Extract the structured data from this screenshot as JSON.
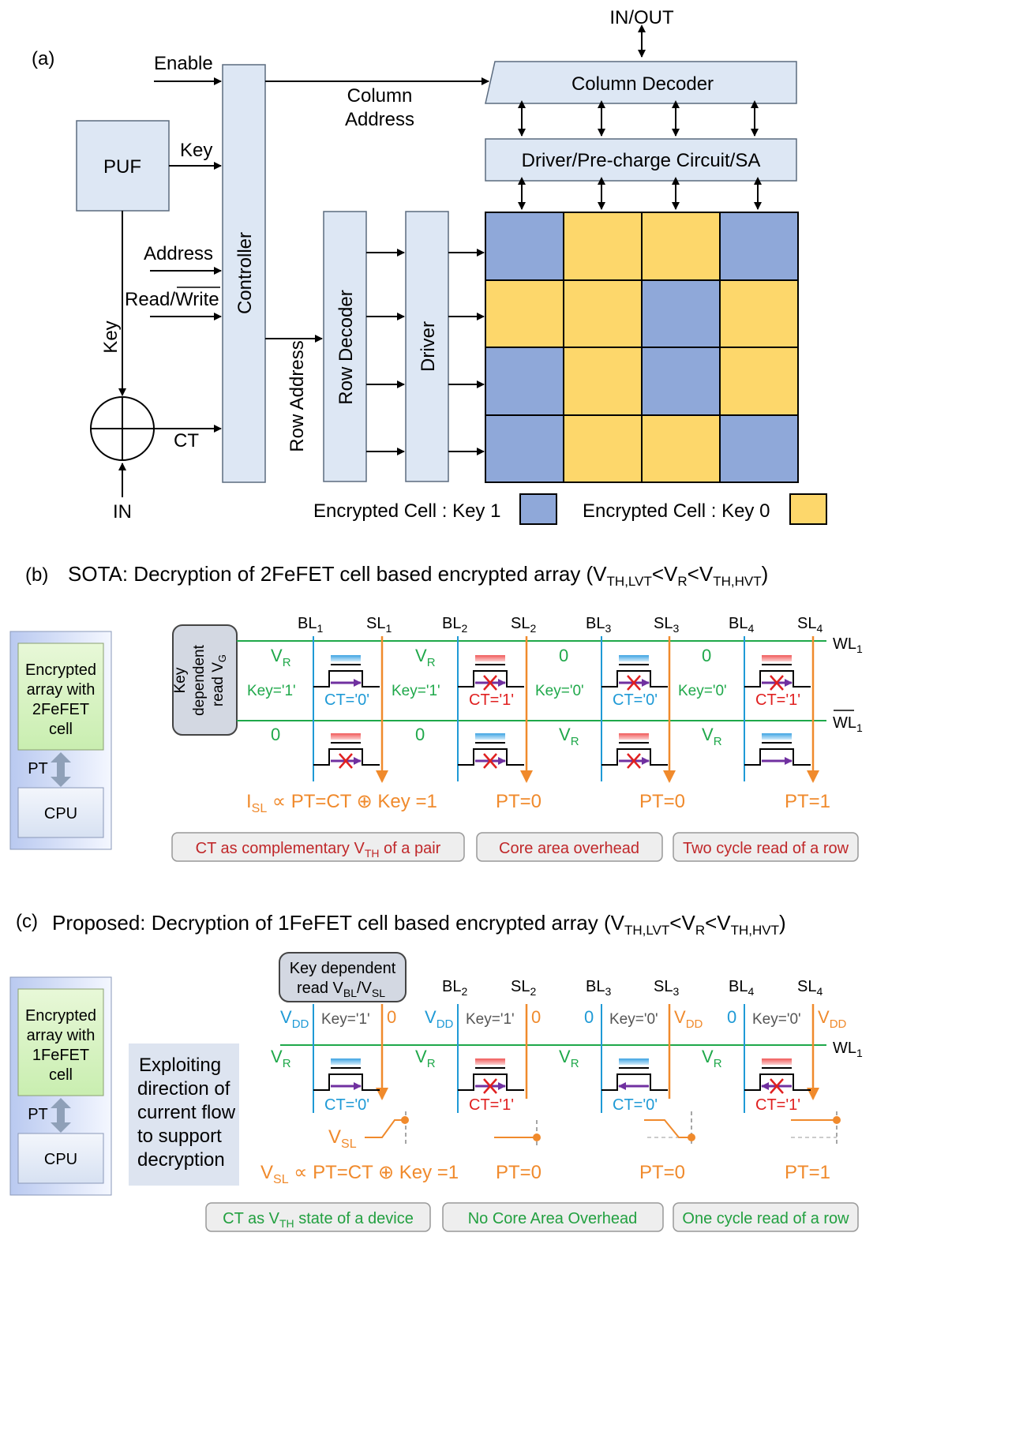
{
  "colors": {
    "block_fill": "#dde7f4",
    "block_stroke": "#5b6b7f",
    "key1_cell": "#8fa8d9",
    "key0_cell": "#fdd76b",
    "green": "#1fa84a",
    "blue": "#1f9ad6",
    "orange": "#f08a2c",
    "red": "#e02020",
    "purple": "#7030a0",
    "dark_red_text": "#c0282a",
    "green_text": "#22a040"
  },
  "panel_a": {
    "label": "(a)",
    "in_out": "IN/OUT",
    "enable": "Enable",
    "puf": "PUF",
    "key": "Key",
    "key_vertical": "Key",
    "address": "Address",
    "read_write_prefix": "Read/",
    "read_write_bar": "Write",
    "controller": "Controller",
    "column_address_1": "Column",
    "column_address_2": "Address",
    "column_decoder": "Column Decoder",
    "driver_precharge": "Driver/Pre-charge Circuit/SA",
    "row_address": "Row Address",
    "row_decoder": "Row Decoder",
    "driver": "Driver",
    "ct": "CT",
    "in": "IN",
    "grid": [
      [
        1,
        0,
        0,
        1
      ],
      [
        0,
        0,
        1,
        0
      ],
      [
        1,
        0,
        1,
        0
      ],
      [
        1,
        0,
        0,
        1
      ]
    ],
    "legend_key1": "Encrypted Cell : Key 1",
    "legend_key0": "Encrypted Cell : Key 0"
  },
  "panel_b": {
    "label": "(b)",
    "title": "SOTA: Decryption of 2FeFET cell based encrypted array (V",
    "title_sub1": "TH,LVT",
    "title_mid1": "<V",
    "title_sub2": "R",
    "title_mid2": "<V",
    "title_sub3": "TH,HVT",
    "title_end": ")",
    "side_box": [
      "Encrypted",
      "array with",
      "2FeFET",
      "cell"
    ],
    "pt": "PT",
    "cpu": "CPU",
    "key_box": [
      "Key",
      "dependent",
      "read V"
    ],
    "key_box_sub": "G",
    "wl1": "WL",
    "wl1_sub": "1",
    "wl1bar": "WL",
    "columns": [
      {
        "bl": "BL",
        "bl_sub": "1",
        "sl": "SL",
        "sl_sub": "1",
        "top": "V",
        "top_sub": "R",
        "bot": "0",
        "key": "Key='1'",
        "ct": "CT='0'"
      },
      {
        "bl": "BL",
        "bl_sub": "2",
        "sl": "SL",
        "sl_sub": "2",
        "top": "V",
        "top_sub": "R",
        "bot": "0",
        "key": "Key='1'",
        "ct": "CT='1'"
      },
      {
        "bl": "BL",
        "bl_sub": "3",
        "sl": "SL",
        "sl_sub": "3",
        "top": "0",
        "top_sub": "",
        "bot": "V",
        "bot_sub": "R",
        "key": "Key='0'",
        "ct": "CT='0'"
      },
      {
        "bl": "BL",
        "bl_sub": "4",
        "sl": "SL",
        "sl_sub": "4",
        "top": "0",
        "top_sub": "",
        "bot": "V",
        "bot_sub": "R",
        "key": "Key='0'",
        "ct": "CT='1'"
      }
    ],
    "isl": "I",
    "isl_sub": "SL",
    "isl_eq": " ∝ PT=CT ⊕ Key =1",
    "pt_results": [
      "PT=0",
      "PT=0",
      "PT=1"
    ],
    "tags": [
      "CT as complementary V",
      "Core area overhead",
      "Two cycle read of a row"
    ],
    "tag1_sub": "TH",
    "tag1_end": " of a pair"
  },
  "panel_c": {
    "label": "(c)",
    "title": "Proposed: Decryption of 1FeFET cell based encrypted array (V",
    "title_sub1": "TH,LVT",
    "title_mid1": "<V",
    "title_sub2": "R",
    "title_mid2": "<V",
    "title_sub3": "TH,HVT",
    "title_end": ")",
    "side_box": [
      "Encrypted",
      "array with",
      "1FeFET",
      "cell"
    ],
    "pt": "PT",
    "cpu": "CPU",
    "exploit": [
      "Exploiting",
      "direction of",
      "current flow",
      "to support",
      "decryption"
    ],
    "key_box_1": "Key dependent",
    "key_box_2": "read V",
    "key_box_sub1": "BL",
    "key_box_mid": "/V",
    "key_box_sub2": "SL",
    "wl1": "WL",
    "wl1_sub": "1",
    "columns": [
      {
        "bl": "BL",
        "bl_sub": "1",
        "sl": "SL",
        "sl_sub": "1",
        "vbl": "V",
        "vbl_sub": "DD",
        "key": "Key='1'",
        "vsl": "0",
        "vsl_sub": "",
        "ct": "CT='0'"
      },
      {
        "bl": "BL",
        "bl_sub": "2",
        "sl": "SL",
        "sl_sub": "2",
        "vbl": "V",
        "vbl_sub": "DD",
        "key": "Key='1'",
        "vsl": "0",
        "vsl_sub": "",
        "ct": "CT='1'"
      },
      {
        "bl": "BL",
        "bl_sub": "3",
        "sl": "SL",
        "sl_sub": "3",
        "vbl": "0",
        "vbl_sub": "",
        "key": "Key='0'",
        "vsl": "V",
        "vsl_sub": "DD",
        "ct": "CT='0'"
      },
      {
        "bl": "BL",
        "bl_sub": "4",
        "sl": "SL",
        "sl_sub": "4",
        "vbl": "0",
        "vbl_sub": "",
        "key": "Key='0'",
        "vsl": "V",
        "vsl_sub": "DD",
        "ct": "CT='1'"
      }
    ],
    "vr": "V",
    "vr_sub": "R",
    "vsl_label": "V",
    "vsl_label_sub": "SL",
    "vsl_eq_pre": "V",
    "vsl_eq_sub": "SL",
    "vsl_eq": " ∝ PT=CT ⊕ Key =1",
    "pt_results": [
      "PT=0",
      "PT=0",
      "PT=1"
    ],
    "tags": [
      "CT as V",
      "No Core Area Overhead",
      "One cycle read of a row"
    ],
    "tag1_sub": "TH",
    "tag1_end": " state of a device"
  }
}
